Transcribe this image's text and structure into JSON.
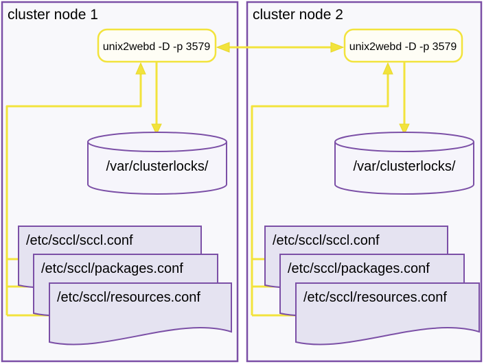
{
  "colors": {
    "purple": "#7b4fa6",
    "yellow": "#f2e33c",
    "yellow_dark": "#e8d82a",
    "container_fill": "#f8f8fb",
    "cylinder_fill": "#f6f5fb",
    "doc_fill": "#e5e3f1",
    "process_fill": "#fefdf5",
    "text": "#000000"
  },
  "nodes": [
    {
      "title": "cluster node 1",
      "process": "unix2webd -D -p 3579",
      "datastore": "/var/clusterlocks/",
      "config_files": [
        "/etc/sccl/sccl.conf",
        "/etc/sccl/packages.conf",
        "/etc/sccl/resources.conf"
      ]
    },
    {
      "title": "cluster node 2",
      "process": "unix2webd -D -p 3579",
      "datastore": "/var/clusterlocks/",
      "config_files": [
        "/etc/sccl/sccl.conf",
        "/etc/sccl/packages.conf",
        "/etc/sccl/resources.conf"
      ]
    }
  ],
  "connections": [
    {
      "from": "node1-process",
      "to": "node2-process",
      "style": "bidirectional-arrow"
    },
    {
      "from": "node1-process",
      "to": "node1-datastore",
      "style": "arrow-down"
    },
    {
      "from": "node1-config-files",
      "to": "node1-process",
      "style": "arrow-up"
    },
    {
      "from": "node2-process",
      "to": "node2-datastore",
      "style": "arrow-down"
    },
    {
      "from": "node2-config-files",
      "to": "node2-process",
      "style": "arrow-up"
    }
  ]
}
